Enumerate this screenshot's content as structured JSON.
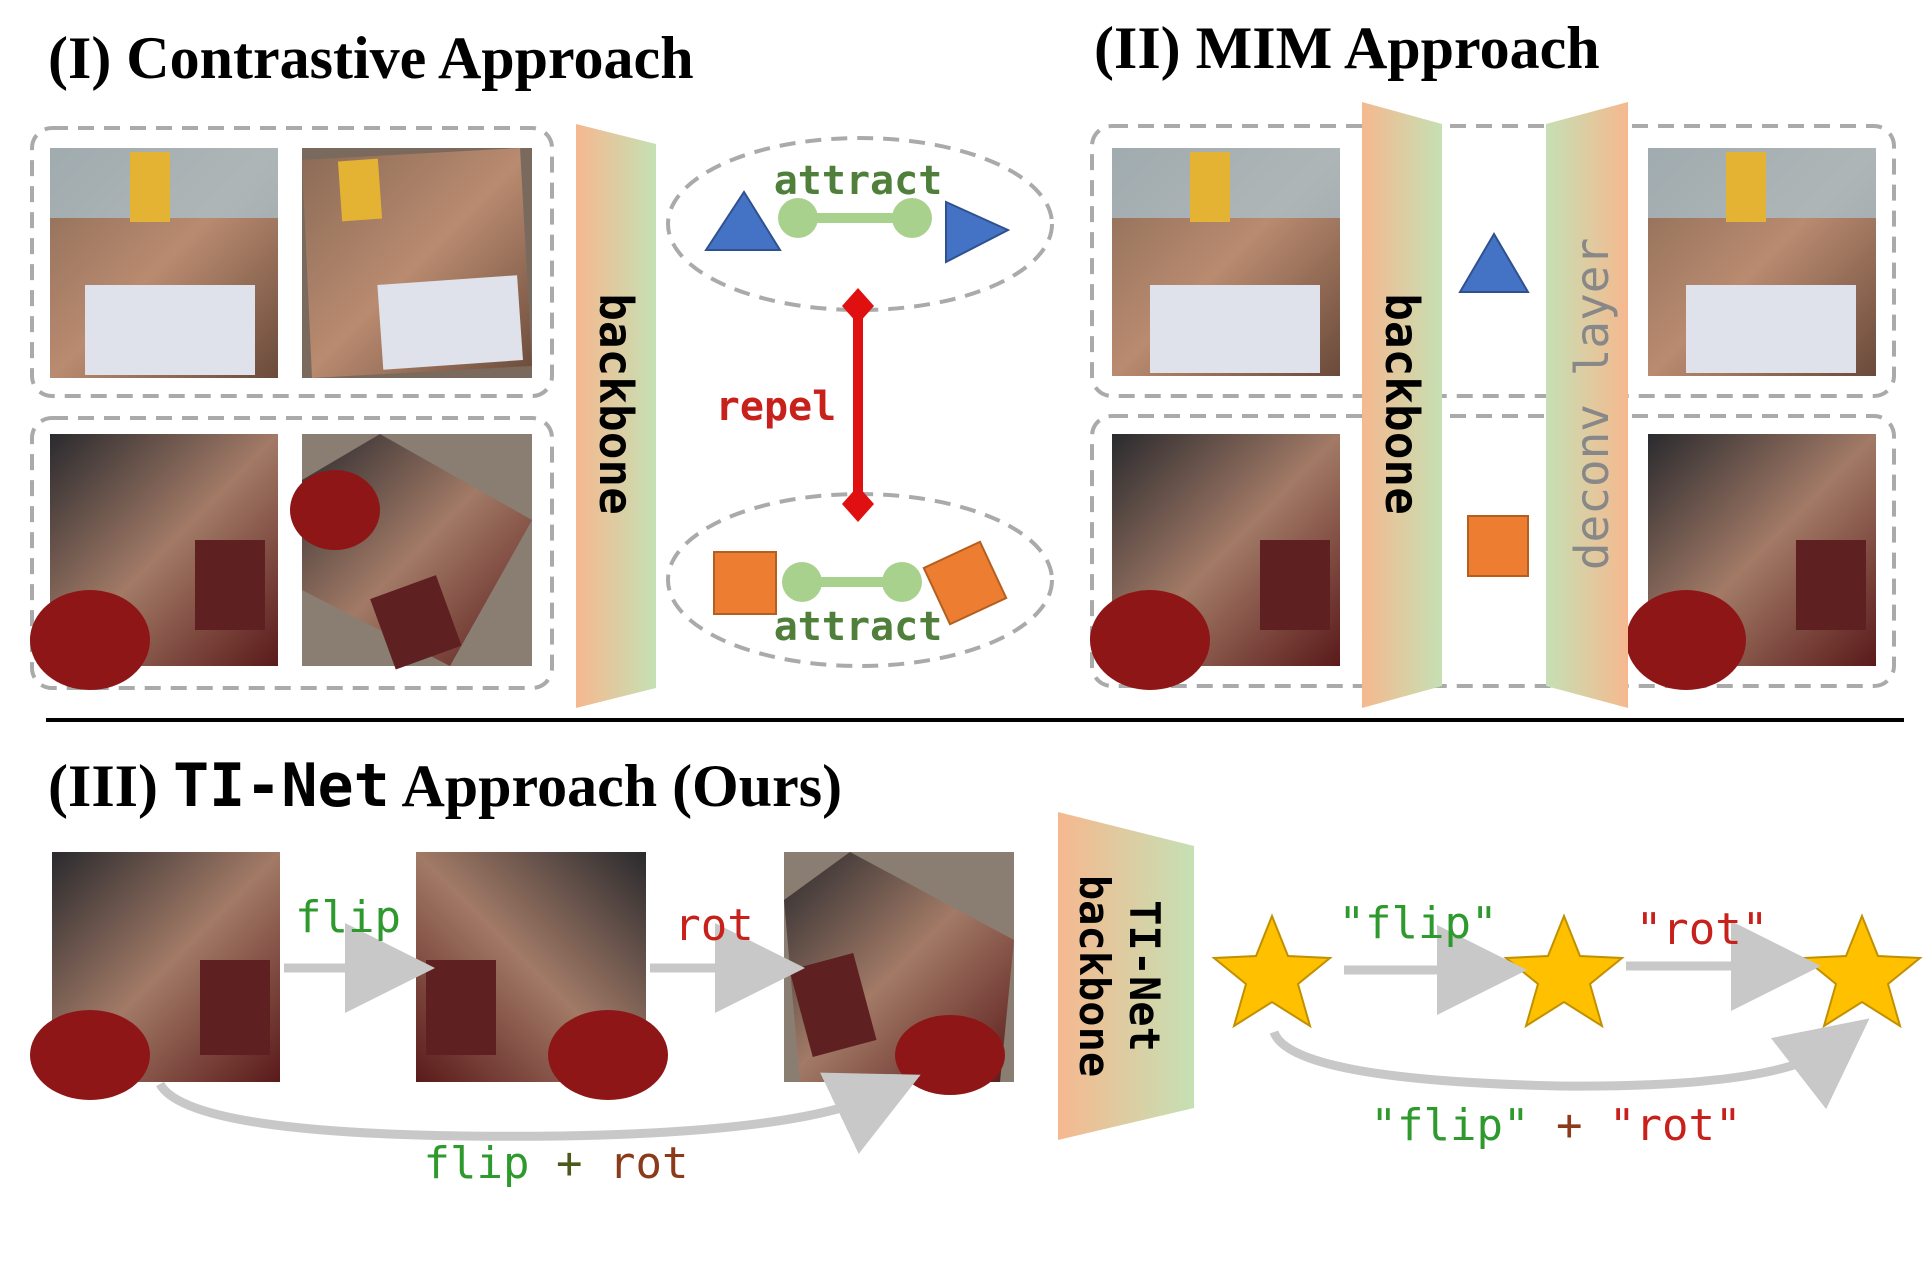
{
  "sections": {
    "contrastive": {
      "title": "(I) Contrastive Approach",
      "backbone_label": "backbone",
      "attract_top": "attract",
      "attract_bottom": "attract",
      "repel": "repel"
    },
    "mim": {
      "title": "(II) MIM Approach",
      "backbone_label": "backbone",
      "deconv_label": "deconv layer"
    },
    "tinet": {
      "title_prefix": "(III) ",
      "title_mono": "TI-Net",
      "title_suffix": " Approach (Ours)",
      "backbone_line1": "TI-Net",
      "backbone_line2": "backbone",
      "flip": "flip",
      "rot": "rot",
      "combo_flip": "flip",
      "combo_plus": " + ",
      "combo_rot": "rot",
      "q_flip": "\"flip\"",
      "q_rot": "\"rot\"",
      "q_combo_flip": "\"flip\"",
      "q_combo_plus": " + ",
      "q_combo_rot": "\"rot\""
    }
  },
  "colors": {
    "flip_green": "#2e9a2e",
    "rot_red": "#c8201a",
    "attract_green": "#4f7f3a",
    "repel_red": "#e01010",
    "triangle_blue": "#4472c4",
    "square_orange": "#ed7d31",
    "star_gold": "#ffc000",
    "node_green": "#a9d18e",
    "arrow_gray": "#c8c8c8"
  }
}
